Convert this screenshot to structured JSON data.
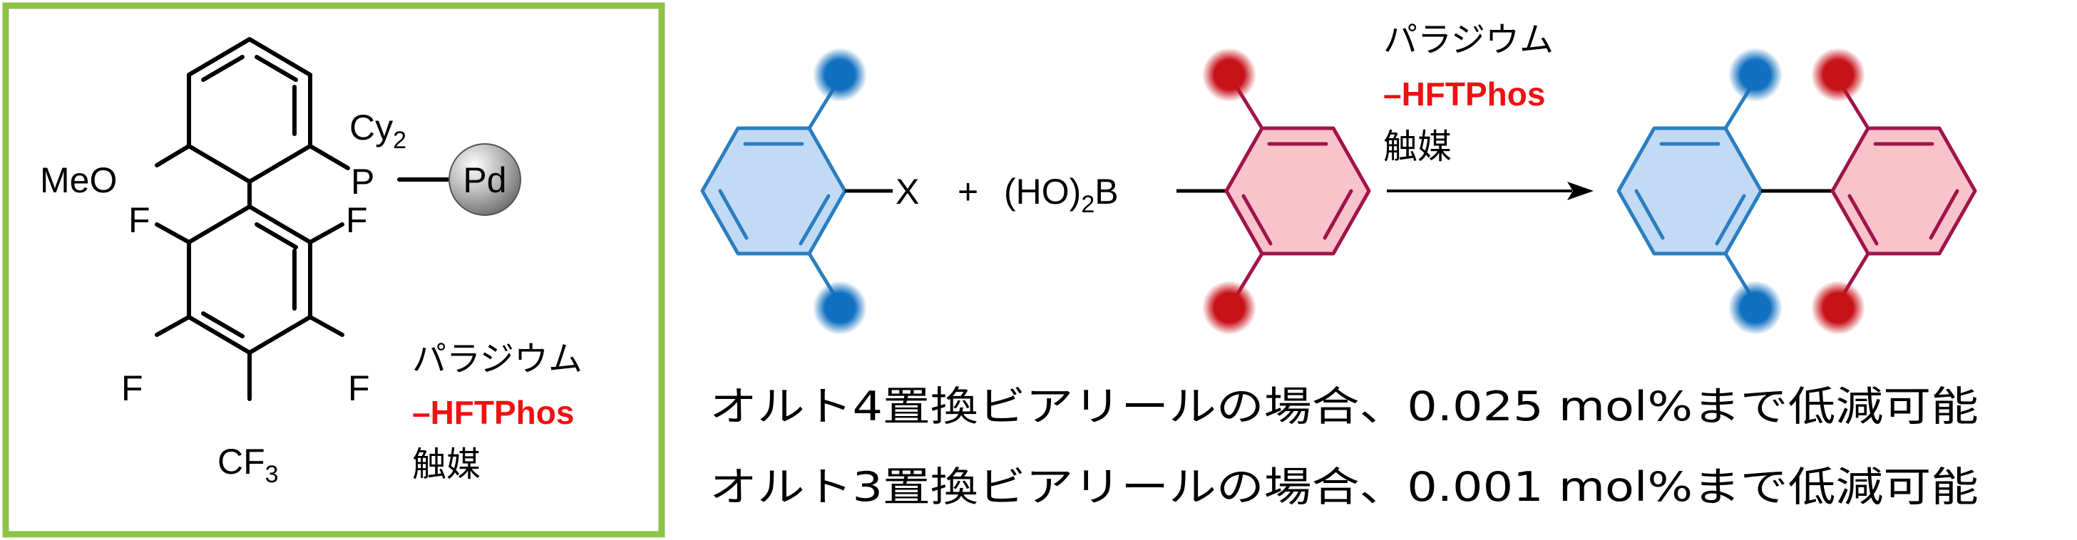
{
  "catalyst_box": {
    "labels": {
      "meo": "MeO",
      "cy": "Cy",
      "cy_sub": "2",
      "p": "P",
      "pd": "Pd",
      "f": "F",
      "cf": "CF",
      "cf_sub": "3"
    },
    "name_line1": "パラジウム",
    "name_line2": "–HFTPhos",
    "name_line3": "触媒"
  },
  "reaction": {
    "x_label": "X",
    "plus": "+",
    "boronic_left": "(HO)",
    "boronic_sub": "2",
    "boronic_right": "B",
    "arrow_line1": "パラジウム",
    "arrow_line2": "–HFTPhos",
    "arrow_line3": "触媒"
  },
  "results": {
    "line1": "オルト4置換ビアリールの場合、0.025 mol%まで低減可能",
    "line2": "オルト3置換ビアリールの場合、0.001 mol%まで低減可能"
  },
  "colors": {
    "box_border": "#8dc34a",
    "blue_ring_stroke": "#2a7ec0",
    "blue_ring_fill": "#c3daf5",
    "blue_dot": "#1170c0",
    "red_ring_stroke": "#a0144a",
    "red_ring_fill": "#f8c3cb",
    "red_dot": "#c8121a",
    "hftphos_red": "#ee1111",
    "pd_sphere": "#a8a8a8"
  }
}
